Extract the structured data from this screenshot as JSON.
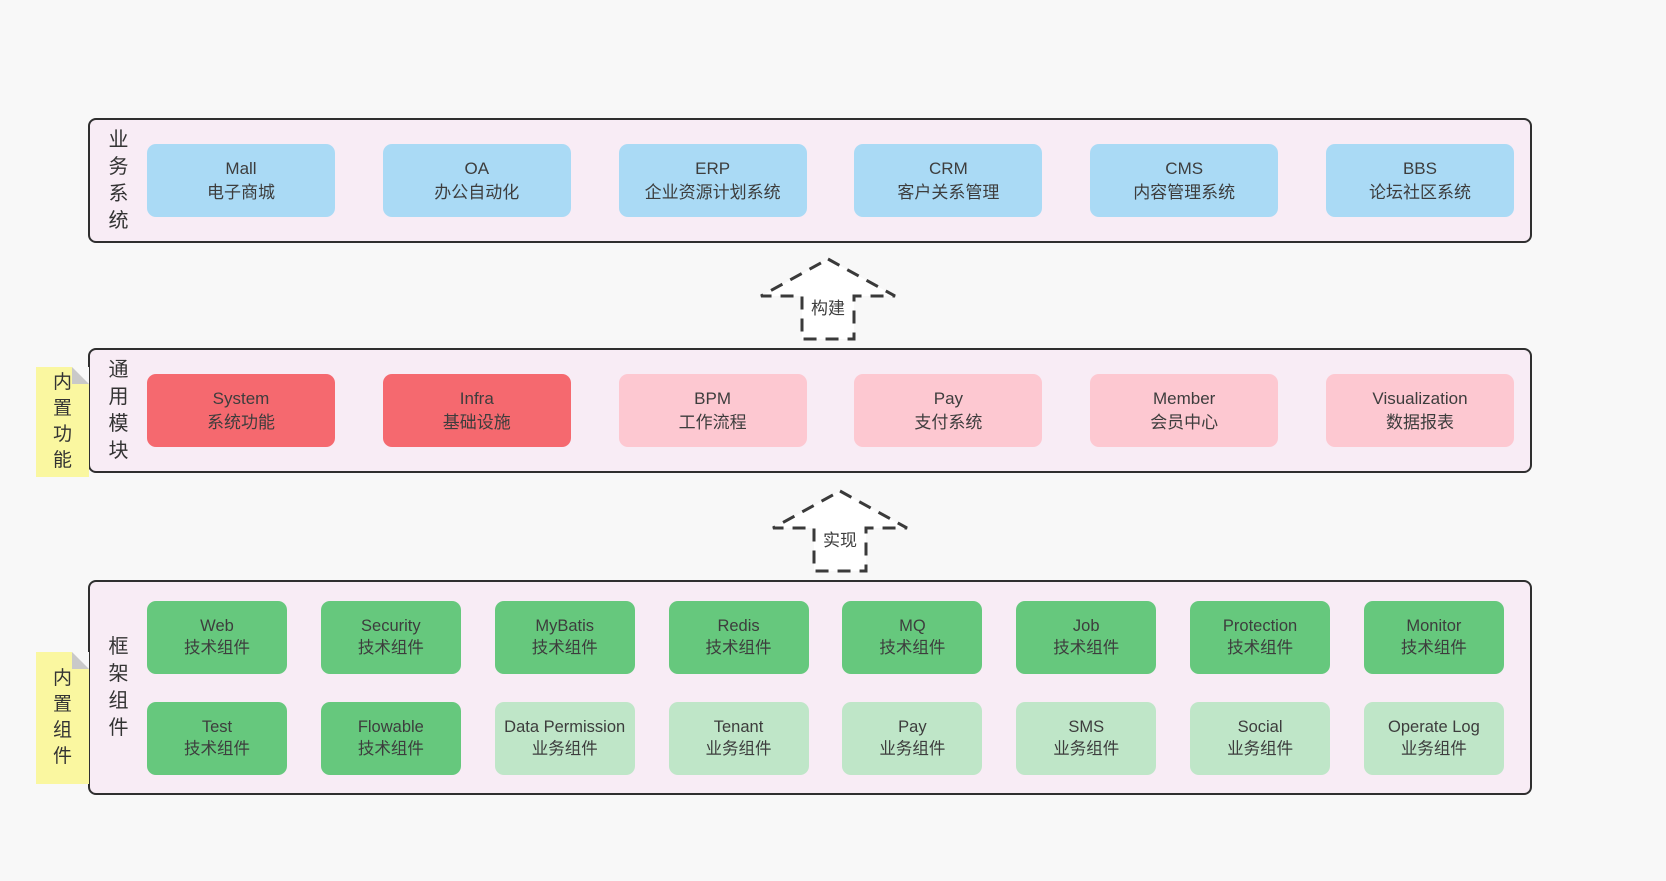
{
  "colors": {
    "page_bg": "#f8f8f8",
    "band_bg": "#f8ecf5",
    "band_border": "#2f2f2f",
    "blue": "#aadaf5",
    "red": "#f5696f",
    "pink": "#fdc8d1",
    "green_dark": "#66c87d",
    "green_light": "#bfe6c8",
    "sticky_yellow": "#faf7a0",
    "sticky_fold": "#c9c9c9"
  },
  "arrows": {
    "build": "构建",
    "implement": "实现"
  },
  "bands": {
    "business": {
      "label": "业务系统",
      "items": [
        {
          "name": "Mall",
          "desc": "电子商城",
          "variant": "blue"
        },
        {
          "name": "OA",
          "desc": "办公自动化",
          "variant": "blue"
        },
        {
          "name": "ERP",
          "desc": "企业资源计划系统",
          "variant": "blue"
        },
        {
          "name": "CRM",
          "desc": "客户关系管理",
          "variant": "blue"
        },
        {
          "name": "CMS",
          "desc": "内容管理系统",
          "variant": "blue"
        },
        {
          "name": "BBS",
          "desc": "论坛社区系统",
          "variant": "blue"
        }
      ]
    },
    "modules": {
      "label": "通用模块",
      "sticky": "内置功能",
      "items": [
        {
          "name": "System",
          "desc": "系统功能",
          "variant": "red"
        },
        {
          "name": "Infra",
          "desc": "基础设施",
          "variant": "red"
        },
        {
          "name": "BPM",
          "desc": "工作流程",
          "variant": "pink"
        },
        {
          "name": "Pay",
          "desc": "支付系统",
          "variant": "pink"
        },
        {
          "name": "Member",
          "desc": "会员中心",
          "variant": "pink"
        },
        {
          "name": "Visualization",
          "desc": "数据报表",
          "variant": "pink"
        }
      ]
    },
    "components": {
      "label": "框架组件",
      "sticky": "内置组件",
      "row1": [
        {
          "name": "Web",
          "desc": "技术组件",
          "variant": "green_dark"
        },
        {
          "name": "Security",
          "desc": "技术组件",
          "variant": "green_dark"
        },
        {
          "name": "MyBatis",
          "desc": "技术组件",
          "variant": "green_dark"
        },
        {
          "name": "Redis",
          "desc": "技术组件",
          "variant": "green_dark"
        },
        {
          "name": "MQ",
          "desc": "技术组件",
          "variant": "green_dark"
        },
        {
          "name": "Job",
          "desc": "技术组件",
          "variant": "green_dark"
        },
        {
          "name": "Protection",
          "desc": "技术组件",
          "variant": "green_dark"
        },
        {
          "name": "Monitor",
          "desc": "技术组件",
          "variant": "green_dark"
        }
      ],
      "row2": [
        {
          "name": "Test",
          "desc": "技术组件",
          "variant": "green_dark"
        },
        {
          "name": "Flowable",
          "desc": "技术组件",
          "variant": "green_dark"
        },
        {
          "name": "Data Permission",
          "desc": "业务组件",
          "variant": "green_light"
        },
        {
          "name": "Tenant",
          "desc": "业务组件",
          "variant": "green_light"
        },
        {
          "name": "Pay",
          "desc": "业务组件",
          "variant": "green_light"
        },
        {
          "name": "SMS",
          "desc": "业务组件",
          "variant": "green_light"
        },
        {
          "name": "Social",
          "desc": "业务组件",
          "variant": "green_light"
        },
        {
          "name": "Operate Log",
          "desc": "业务组件",
          "variant": "green_light"
        }
      ]
    }
  }
}
